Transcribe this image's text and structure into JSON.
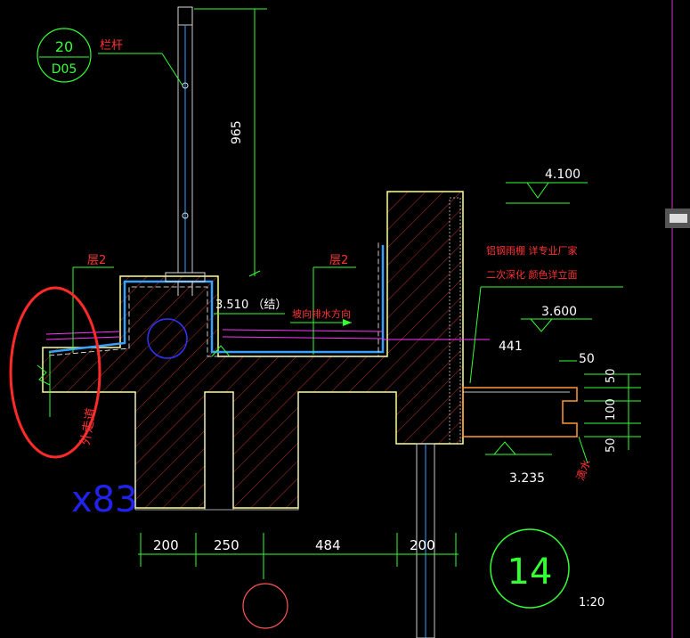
{
  "callout_detail": {
    "top": "20",
    "bottom": "D05"
  },
  "labels": {
    "railing": "栏杆",
    "layer2_left": "层2",
    "layer2_right": "层2",
    "height_965": "965",
    "elev_3510": "3.510 （结）",
    "drainage": "坡向排水方向",
    "canopy_note_1": "铝钢雨棚 详专业厂家",
    "canopy_note_2": "二次深化   颜色详立面",
    "elev_4100": "4.100",
    "elev_3600": "3.600",
    "dim_441": "441",
    "dim_50a": "50",
    "dim_50b": "50",
    "dim_100": "100",
    "dim_50c": "50",
    "elev_3235": "3.235",
    "drip": "滴水",
    "corridor": "外走道",
    "x83": "x83",
    "dim_200a": "200",
    "dim_250": "250",
    "dim_484": "484",
    "dim_200b": "200",
    "detail_number": "14",
    "scale": "1:20"
  },
  "colors": {
    "background": "#000000",
    "concrete_outline": "#ffff99",
    "hatch": "#c0392b",
    "waterproof": "#3aa0ff",
    "dimension": "#00ff00",
    "annotation_green": "#33ff33",
    "annotation_red": "#ff3333",
    "magenta": "#ff33ff",
    "white": "#ffffff",
    "orange": "#ff9933",
    "blue_text": "#2222ee",
    "red_mark": "#ff2a2a"
  }
}
